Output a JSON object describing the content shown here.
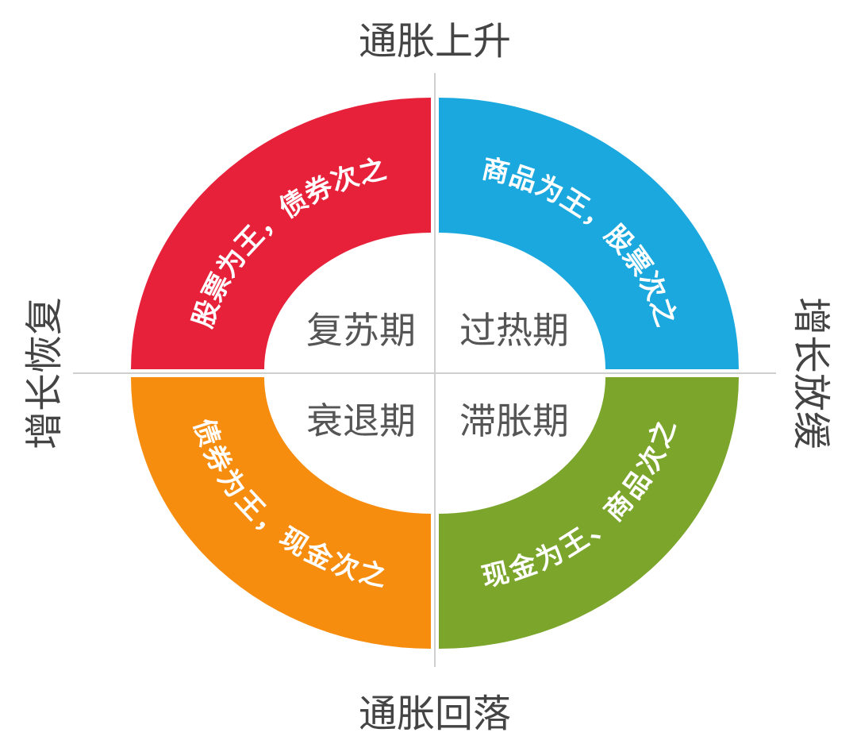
{
  "axes": {
    "top": "通胀上升",
    "bottom": "通胀回落",
    "left": "增长恢复",
    "right": "增长放缓"
  },
  "quadrants": [
    {
      "phase": "复苏期",
      "advice": "股票为王，债券次之",
      "color": "#e8213b"
    },
    {
      "phase": "过热期",
      "advice": "商品为王，股票次之",
      "color": "#1aa8de"
    },
    {
      "phase": "衰退期",
      "advice": "债券为王，现金次之",
      "color": "#f68d0f"
    },
    {
      "phase": "滞胀期",
      "advice": "现金为王、商品次之",
      "color": "#7ba52b"
    }
  ],
  "colors": {
    "axis_line": "#cfcfcf",
    "text": "#555555"
  }
}
